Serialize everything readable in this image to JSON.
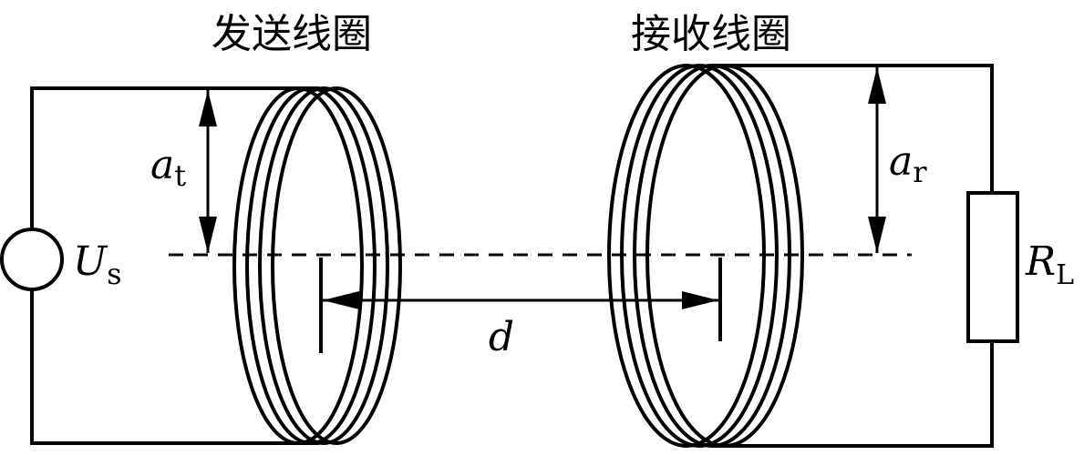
{
  "titles": {
    "transmit_coil": "发送线圈",
    "receive_coil": "接收线圈"
  },
  "labels": {
    "source": {
      "main": "U",
      "sub": "s"
    },
    "transmit_radius": {
      "main": "a",
      "sub": "t"
    },
    "receive_radius": {
      "main": "a",
      "sub": "r"
    },
    "distance": "d",
    "load": {
      "main": "R",
      "sub": "L"
    }
  }
}
